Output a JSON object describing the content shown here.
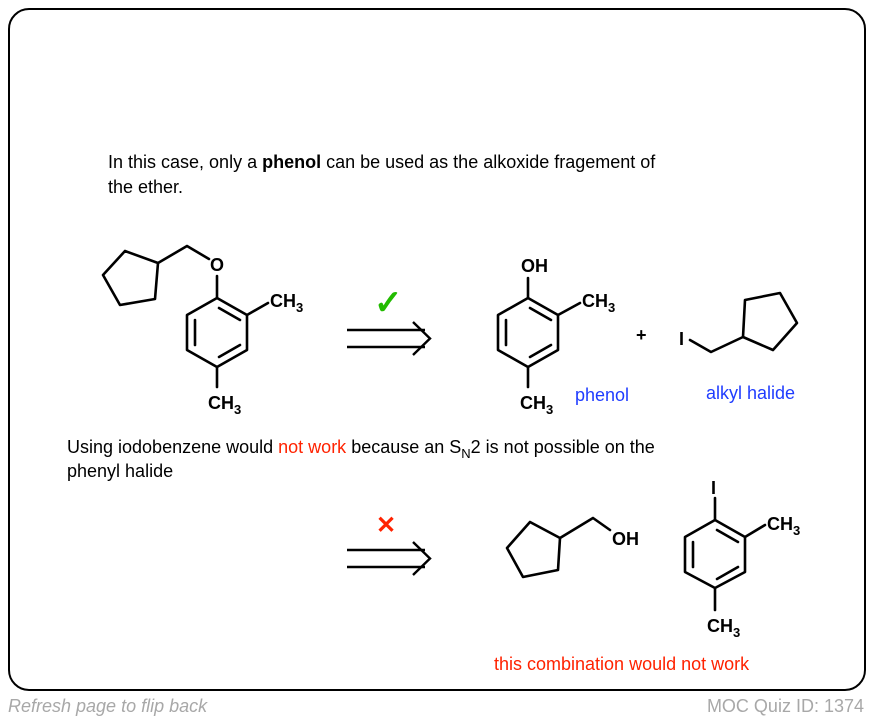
{
  "intro": {
    "line1_before": "In this case, only a ",
    "line1_bold": "phenol",
    "line1_after": " can be used as the alkoxide fragement of",
    "line2": "the ether."
  },
  "atoms": {
    "O": "O",
    "OH": "OH",
    "I": "I",
    "C": "CH",
    "three": "3",
    "plus": "+"
  },
  "labels": {
    "phenol": "phenol",
    "alkyl_halide": "alkyl halide"
  },
  "marks": {
    "check": "✓",
    "cross": "✕"
  },
  "explanation": {
    "before": "Using iodobenzene would ",
    "red": "not work",
    "after": " because an S",
    "sub": "N",
    "after2": "2 is not possible on the",
    "line2": "phenyl halide"
  },
  "warning": "this combination would not work",
  "footer": {
    "left": "Refresh page to flip back",
    "right": "MOC Quiz ID: 1374"
  },
  "colors": {
    "blue": "#1f3cff",
    "red": "#ff2200",
    "green": "#22bb00"
  }
}
